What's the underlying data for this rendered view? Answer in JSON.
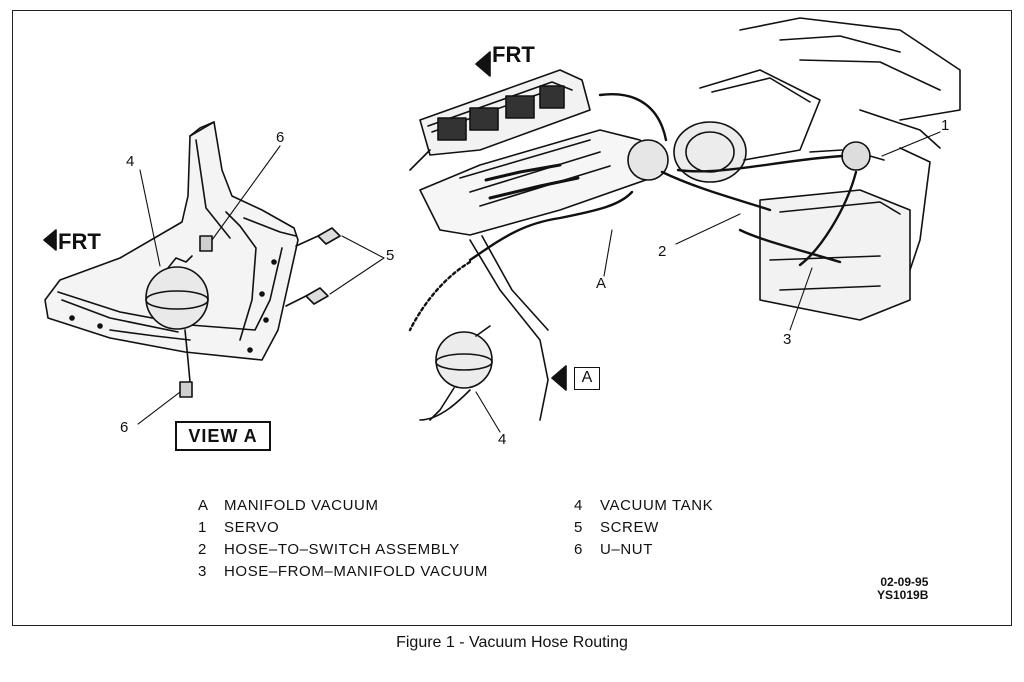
{
  "diagram": {
    "frt_left": "FRT",
    "frt_main": "FRT",
    "view_label": "VIEW A",
    "view_ref": "A",
    "callouts": {
      "left_4": "4",
      "left_6_top": "6",
      "left_5": "5",
      "left_6_bottom": "6",
      "main_1": "1",
      "main_2": "2",
      "main_a": "A",
      "main_3": "3",
      "main_4": "4"
    },
    "legend_left": [
      {
        "key": "A",
        "text": "MANIFOLD VACUUM"
      },
      {
        "key": "1",
        "text": "SERVO"
      },
      {
        "key": "2",
        "text": "HOSE–TO–SWITCH ASSEMBLY"
      },
      {
        "key": "3",
        "text": "HOSE–FROM–MANIFOLD VACUUM"
      }
    ],
    "legend_right": [
      {
        "key": "4",
        "text": "VACUUM TANK"
      },
      {
        "key": "5",
        "text": "SCREW"
      },
      {
        "key": "6",
        "text": "U–NUT"
      }
    ],
    "code_date": "02-09-95",
    "code_id": "YS1019B"
  },
  "caption": "Figure 1 - Vacuum Hose Routing"
}
